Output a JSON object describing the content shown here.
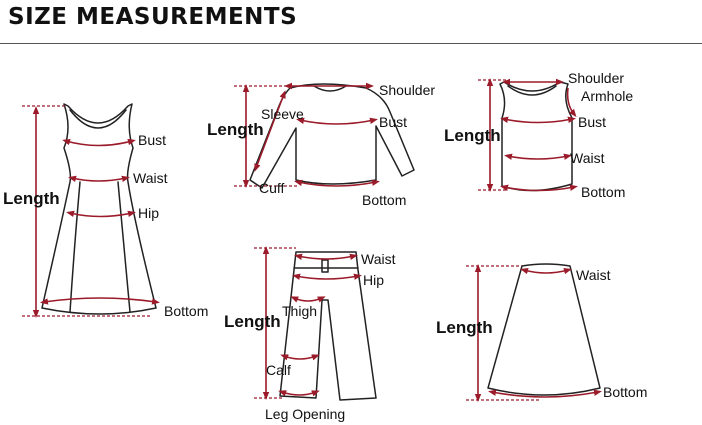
{
  "header": {
    "title": "SIZE MEASUREMENTS"
  },
  "colors": {
    "measure": "#9b1b2a",
    "outline": "#222222"
  },
  "garments": {
    "dress": {
      "length": "Length",
      "bust": "Bust",
      "waist": "Waist",
      "hip": "Hip",
      "bottom": "Bottom"
    },
    "top": {
      "shoulder": "Shoulder",
      "sleeve": "Sleeve",
      "length": "Length",
      "bust": "Bust",
      "cuff": "Cuff",
      "bottom": "Bottom"
    },
    "tank": {
      "shoulder": "Shoulder",
      "armhole": "Armhole",
      "length": "Length",
      "bust": "Bust",
      "waist": "Waist",
      "bottom": "Bottom"
    },
    "pants": {
      "waist": "Waist",
      "hip": "Hip",
      "length": "Length",
      "thigh": "Thigh",
      "calf": "Calf",
      "leg_opening": "Leg Opening"
    },
    "skirt": {
      "waist": "Waist",
      "length": "Length",
      "bottom": "Bottom"
    }
  }
}
